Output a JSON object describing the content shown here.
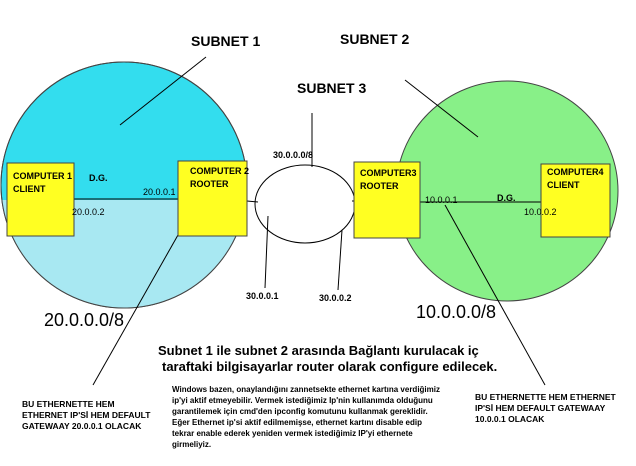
{
  "colors": {
    "subnet1_fill": "#33ddee",
    "subnet1_lower_fill": "#a8e8f2",
    "subnet2_fill": "#88f088",
    "device_fill": "#ffff22",
    "device_stroke": "#444444",
    "line": "#000000"
  },
  "labels": {
    "subnet1": "SUBNET 1",
    "subnet2": "SUBNET 2",
    "subnet3": "SUBNET 3",
    "net20": "20.0.0.0/8",
    "net10": "10.0.0.0/8"
  },
  "devices": {
    "computer1": {
      "line1": "COMPUTER 1",
      "line2": "CLIENT"
    },
    "computer2": {
      "line1": "COMPUTER 2",
      "line2": "ROOTER"
    },
    "computer3": {
      "line1": "COMPUTER3",
      "line2": "ROOTER"
    },
    "computer4": {
      "line1": "COMPUTER4",
      "line2": "CLIENT"
    }
  },
  "links": {
    "dg_left": "D.G.",
    "dg_right": "D.G.",
    "ip_20001": "20.0.0.1",
    "ip_20002": "20.0.0.2",
    "ip_10001": "10.0.0.1",
    "ip_10002": "10.0.0.2",
    "ip_30000": "30.0.0.0/8",
    "ip_30001": "30.0.0.1",
    "ip_30002": "30.0.0.2"
  },
  "notes": {
    "main_line1": "Subnet 1 ile subnet 2 arasında Bağlantı kurulacak iç",
    "main_line2": "taraftaki bilgisayarlar router olarak configure edilecek.",
    "left_line1": "BU ETHERNETTE HEM",
    "left_line2": "ETHERNET IP'Sİ HEM DEFAULT",
    "left_line3": "GATEWAAY 20.0.0.1 OLACAK",
    "right_line1": "BU ETHERNETTE HEM ETHERNET",
    "right_line2": "IP'Sİ HEM DEFAULT GATEWAAY",
    "right_line3": "10.0.0.1 OLACAK",
    "center_line1": "Windows bazen, onaylandığını zannetsekte ethernet kartına verdiğimiz",
    "center_line2": "ip'yi aktif etmeyebilir. Vermek istediğimiz Ip'nin kullanımda olduğunu",
    "center_line3": "garantilemek için cmd'den ipconfig komutunu kullanmak gereklidir.",
    "center_line4": "Eğer Ethernet ip'si aktif edilmemişse, ethernet kartını disable edip",
    "center_line5": "tekrar enable ederek yeniden vermek istediğimiz IP'yi ethernete",
    "center_line6": "girmeliyiz."
  }
}
